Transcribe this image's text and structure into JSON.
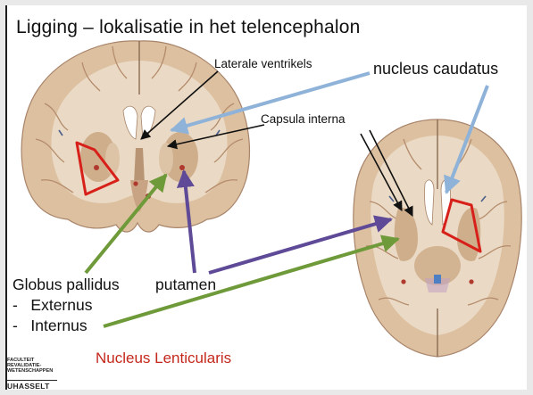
{
  "slide": {
    "title": "Ligging – lokalisatie in het telencephalon",
    "labels": {
      "lateral_ventricles": "Laterale ventrikels",
      "nucleus_caudatus": "nucleus caudatus",
      "capsula_interna": "Capsula interna",
      "globus_pallidus": "Globus pallidus",
      "putamen": "putamen",
      "externus": "-   Externus",
      "internus": "-   Internus",
      "nucleus_lenticularis": "Nucleus Lenticularis"
    },
    "logo": {
      "faculty": "FACULTEIT\nREVALIDATIE-\nWETENSCHAPPEN",
      "university": "UHASSELT"
    }
  },
  "colors": {
    "outline_red": "#d8201a",
    "arrow_black": "#111111",
    "arrow_lightblue": "#8fb3d8",
    "arrow_purple": "#5e4a96",
    "arrow_green": "#6f9a3a",
    "lenticularis_text": "#c4281c",
    "brain_tissue": "#dcc0a0",
    "white_matter": "#ead9c4"
  },
  "icons": [
    "coronal-brain-section-illustration",
    "axial-brain-section-illustration",
    "uhasselt-logo"
  ]
}
